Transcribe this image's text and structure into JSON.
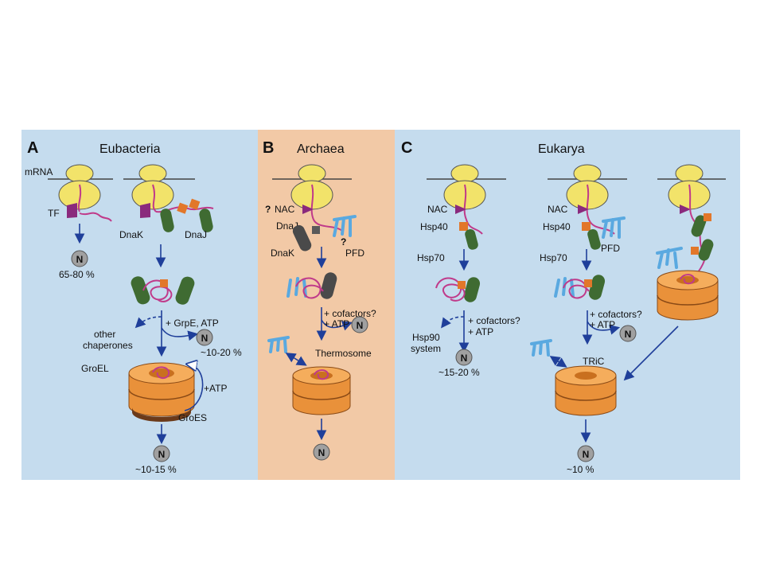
{
  "panels": [
    {
      "letter": "A",
      "title": "Eubacteria",
      "color": "#c5dcee"
    },
    {
      "letter": "B",
      "title": "Archaea",
      "color": "#f2c9a6"
    },
    {
      "letter": "C",
      "title": "Eukarya",
      "color": "#c5dcee"
    }
  ],
  "labels": {
    "mrna": "mRNA",
    "tf": "TF",
    "dnak": "DnaK",
    "dnaj": "DnaJ",
    "n": "N",
    "pct_65_80": "65-80 %",
    "grpe_atp": "+ GrpE, ATP",
    "other_chap_1": "other",
    "other_chap_2": "chaperones",
    "pct_10_20": "~10-20 %",
    "groel": "GroEL",
    "atp": "+ATP",
    "groes": "GroES",
    "pct_10_15": "~10-15 %",
    "q": "?",
    "nac": "NAC",
    "pfd": "PFD",
    "cofactors": "+ cofactors?",
    "plus_atp": "+ ATP",
    "thermosome": "Thermosome",
    "hsp40": "Hsp40",
    "hsp70": "Hsp70",
    "hsp90_1": "Hsp90",
    "hsp90_2": "system",
    "pct_15_20": "~15-20 %",
    "tric": "TRiC",
    "pct_10": "~10 %"
  },
  "colors": {
    "ribosome": "#f2e36a",
    "tf": "#8a2a7d",
    "dnak": "#3f6b32",
    "dnaj": "#e2772a",
    "polypeptide": "#c03a8a",
    "arrow": "#1f3f9a",
    "ring": "#e9913a",
    "pfd": "#5aa9e0",
    "n_badge": "#a0a0a0"
  }
}
